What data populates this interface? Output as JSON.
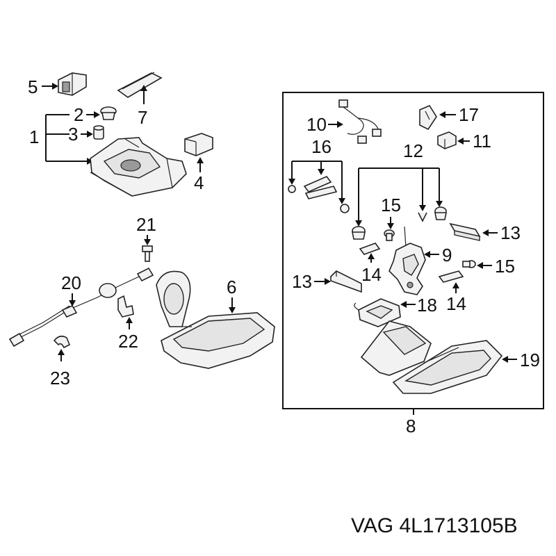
{
  "labels": {
    "p1": "1",
    "p2": "2",
    "p3": "3",
    "p4": "4",
    "p5": "5",
    "p6": "6",
    "p7": "7",
    "p8": "8",
    "p9": "9",
    "p10": "10",
    "p11": "11",
    "p12": "12",
    "p13a": "13",
    "p13b": "13",
    "p14a": "14",
    "p14b": "14",
    "p15a": "15",
    "p15b": "15",
    "p16": "16",
    "p17": "17",
    "p18": "18",
    "p19": "19",
    "p20": "20",
    "p21": "21",
    "p22": "22",
    "p23": "23"
  },
  "footer": {
    "brand": "VAG",
    "part_number": "4L1713105B"
  }
}
